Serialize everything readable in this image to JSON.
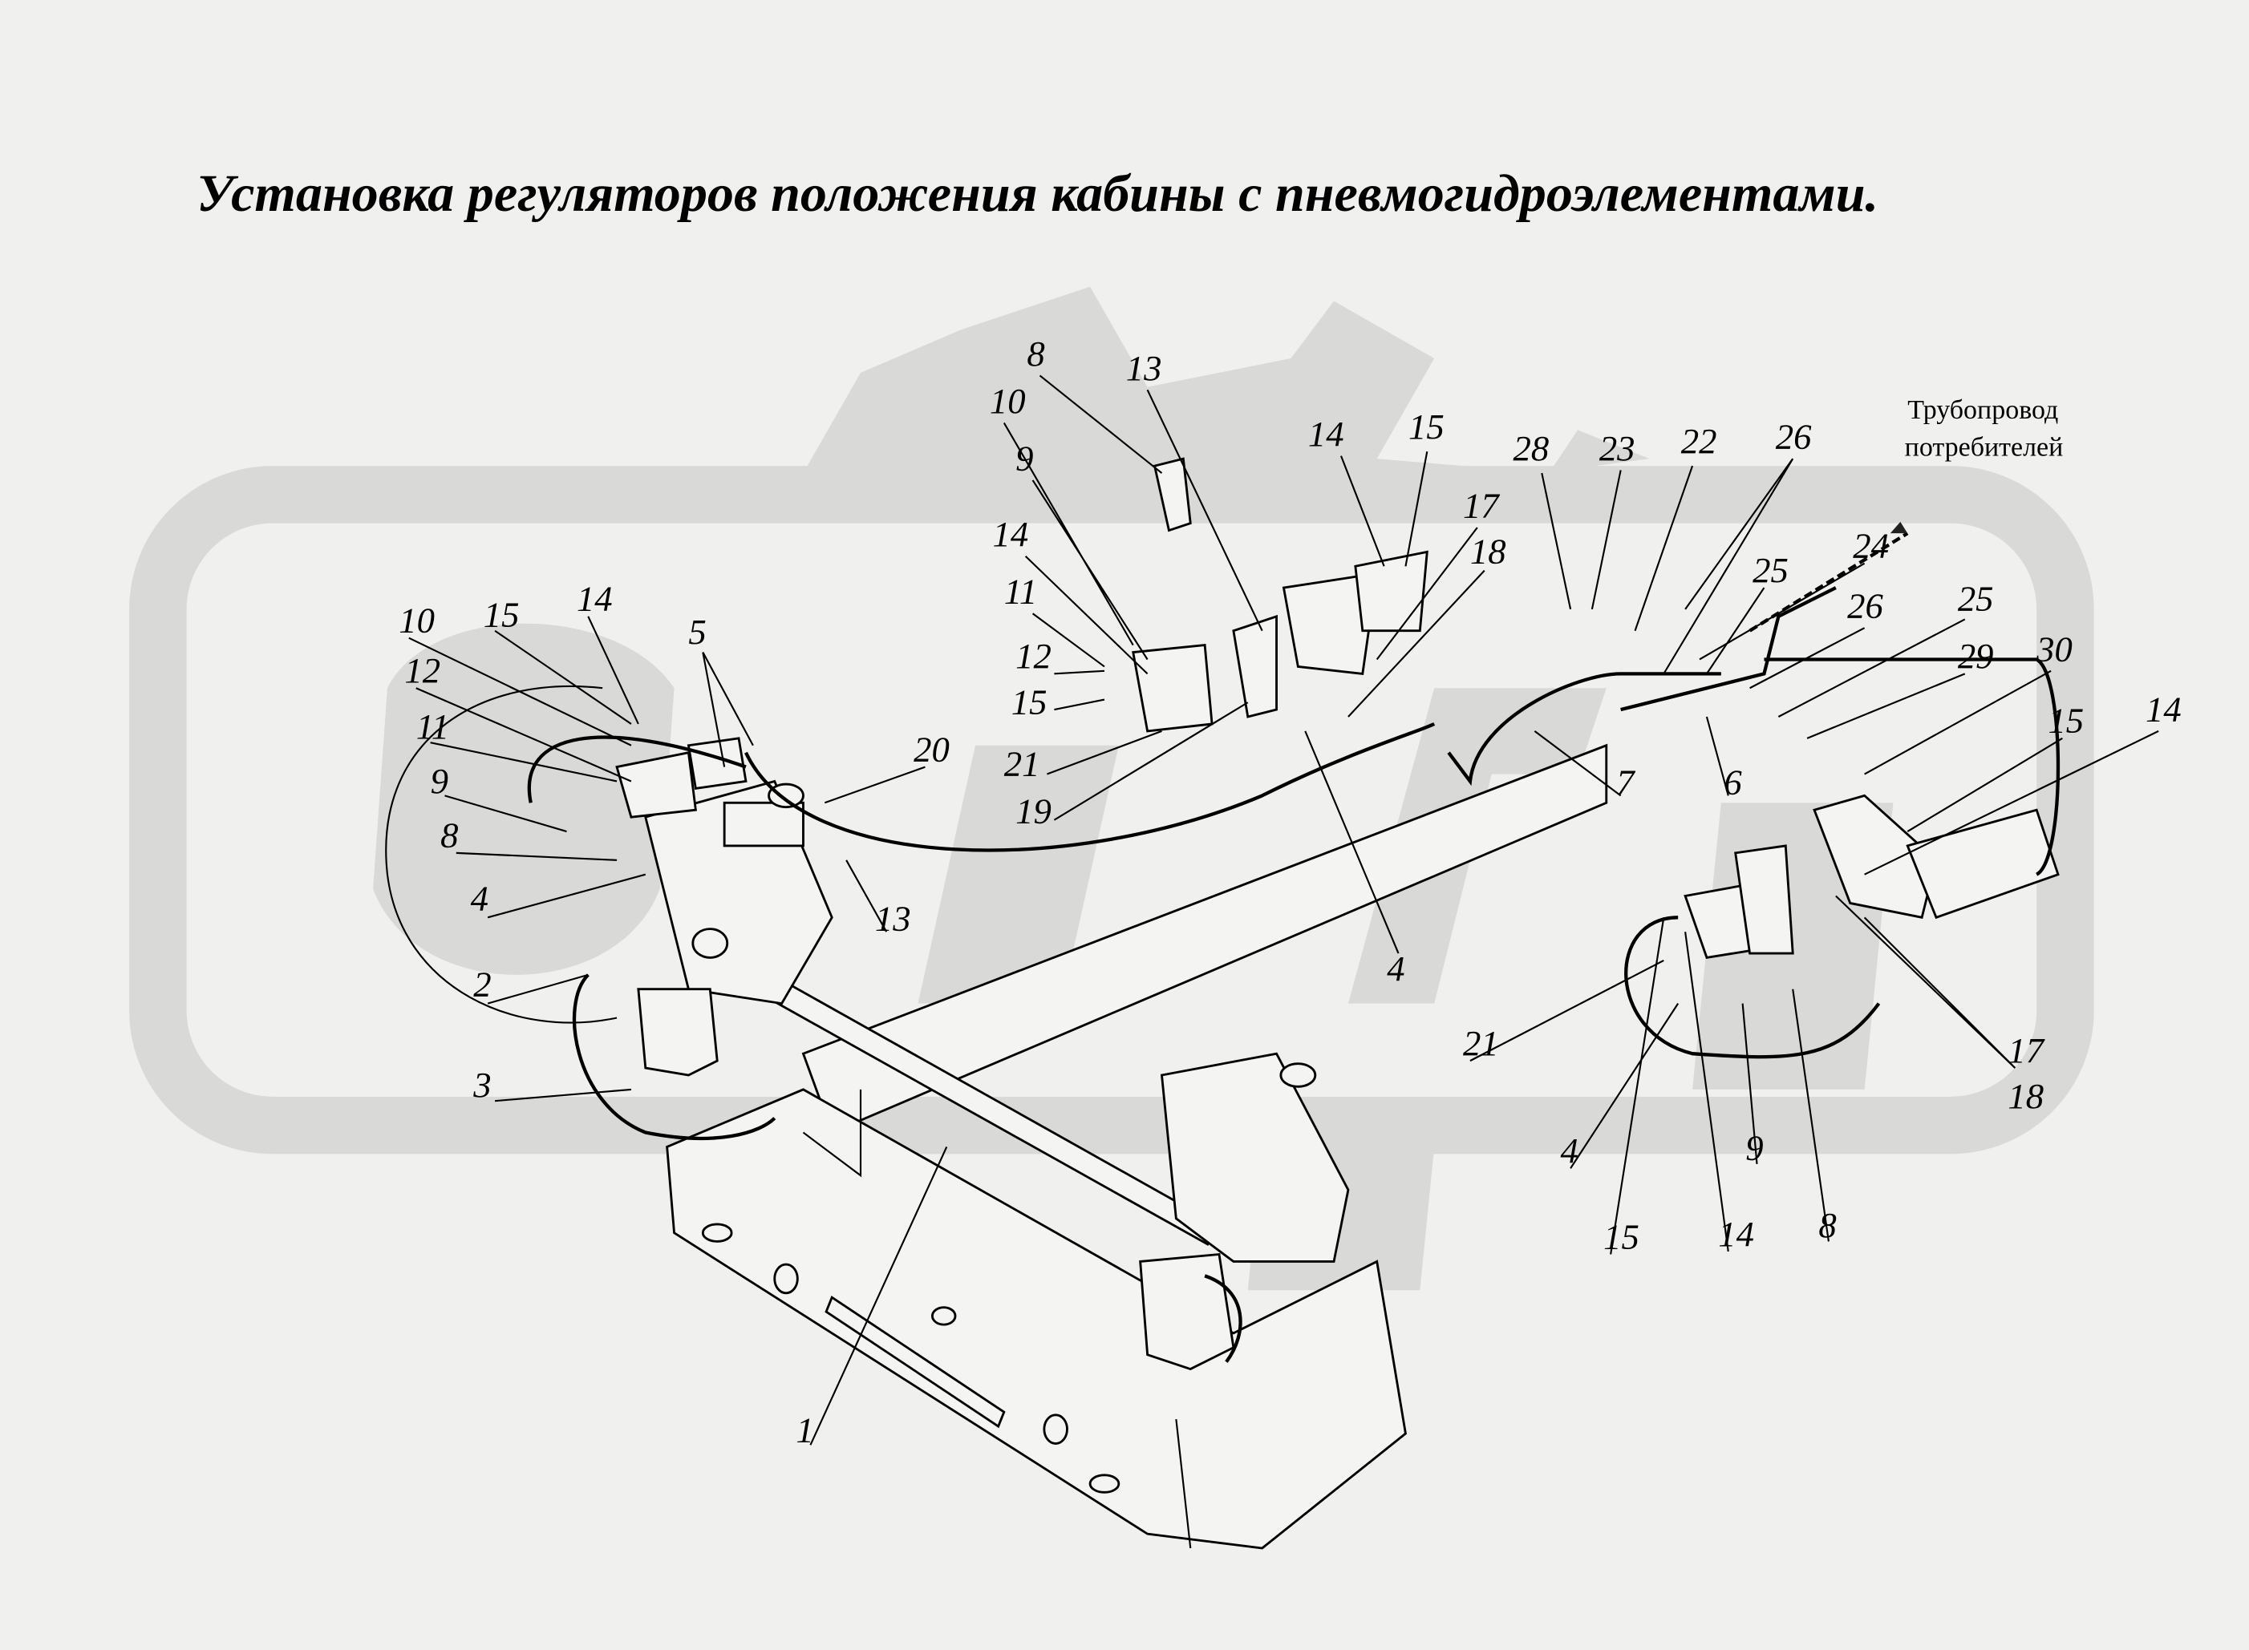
{
  "title": "Установка регуляторов положения кабины с пневмогидроэлементами.",
  "note": {
    "line1": "Трубопровод",
    "line2": "потребителей"
  },
  "callouts": [
    "8",
    "13",
    "10",
    "9",
    "14",
    "11",
    "12",
    "15",
    "21",
    "19",
    "14",
    "15",
    "17",
    "18",
    "28",
    "23",
    "22",
    "26",
    "24",
    "25",
    "26",
    "25",
    "29",
    "30",
    "15",
    "14",
    "7",
    "6",
    "4",
    "10",
    "15",
    "14",
    "5",
    "12",
    "11",
    "9",
    "8",
    "4",
    "2",
    "3",
    "20",
    "13",
    "21",
    "4",
    "15",
    "14",
    "9",
    "8",
    "17",
    "18",
    "1"
  ],
  "colors": {
    "background": "#f0f0ee",
    "watermark": "#d9d9d7",
    "ink": "#000000"
  }
}
